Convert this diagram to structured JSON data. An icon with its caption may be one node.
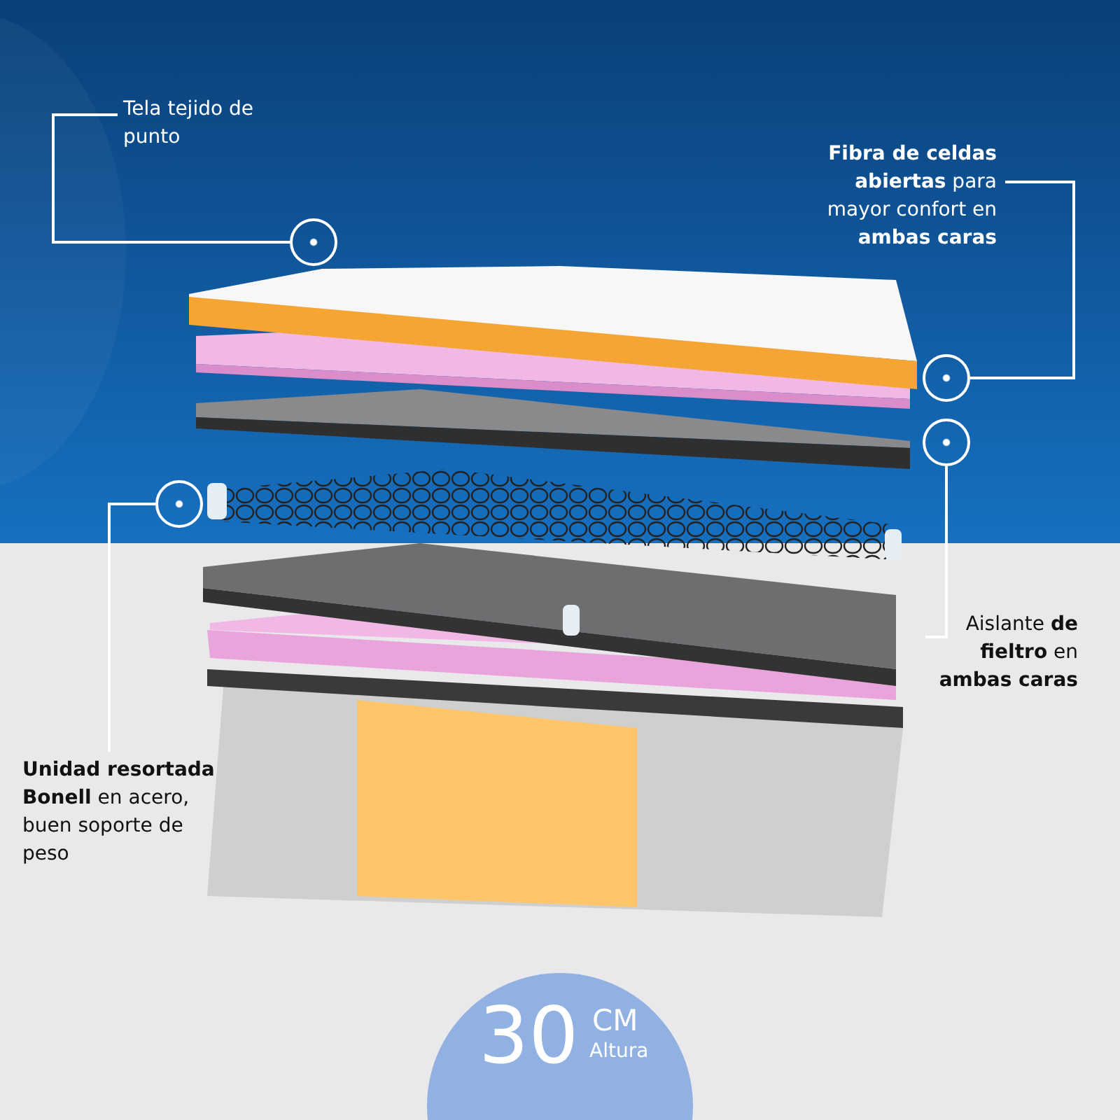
{
  "diagram": {
    "nodes": [
      {
        "text": [
          "Tela tejido de punto"
        ]
      },
      {
        "text": [],
        "shape": "circle"
      },
      {
        "text": [
          "**Fibra de celdas abiertas** para mayor confort en **ambas caras**"
        ]
      },
      {
        "text": [],
        "shape": "circle"
      },
      {
        "text": [],
        "shape": "circle"
      },
      {
        "text": [
          "Aislante **de fieltro** en **ambas caras**"
        ]
      },
      {
        "text": [],
        "shape": "circle"
      },
      {
        "text": [
          "**Unidad resortada Bonell** en acero, buen soporte de peso"
        ]
      },
      {
        "text": [
          "30",
          "CM",
          "Altura"
        ]
      }
    ],
    "edges": [
      {
        "from": 0,
        "to": 1,
        "arrow": "none"
      },
      {
        "from": 2,
        "to": 3,
        "arrow": "none"
      },
      {
        "from": 5,
        "to": 4,
        "arrow": "none"
      },
      {
        "from": 7,
        "to": 6,
        "arrow": "none"
      }
    ]
  }
}
